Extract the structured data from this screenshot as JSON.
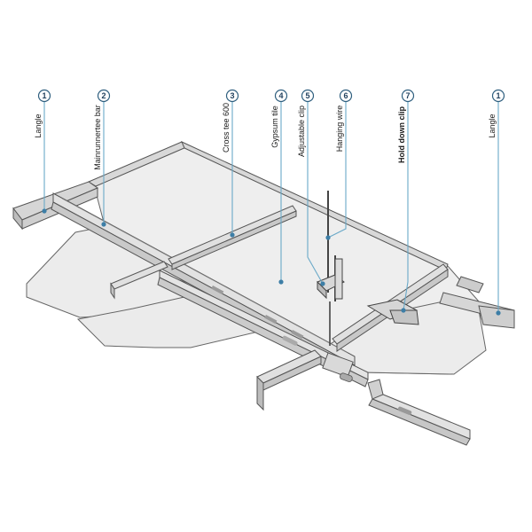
{
  "callouts": [
    {
      "id": "langle-left",
      "number": "1",
      "label": "Langle"
    },
    {
      "id": "main-runner",
      "number": "2",
      "label": "Mainrunnertee bar"
    },
    {
      "id": "cross-tee",
      "number": "3",
      "label": "Cross tee 600"
    },
    {
      "id": "gypsum-tile",
      "number": "4",
      "label": "Gypsum tile"
    },
    {
      "id": "adjustable-clip",
      "number": "5",
      "label": "Adjustable clip"
    },
    {
      "id": "hanging-wire",
      "number": "6",
      "label": "Hanging wire"
    },
    {
      "id": "hold-down-clip",
      "number": "7",
      "label": "Hold down clip"
    },
    {
      "id": "langle-right",
      "number": "1",
      "label": "Langle"
    }
  ],
  "colors": {
    "accent": "#2f5f7f",
    "leader": "#6aa9c8",
    "tile": "#eeeeee",
    "metal": "#dcdcdc",
    "outline": "#555555"
  }
}
